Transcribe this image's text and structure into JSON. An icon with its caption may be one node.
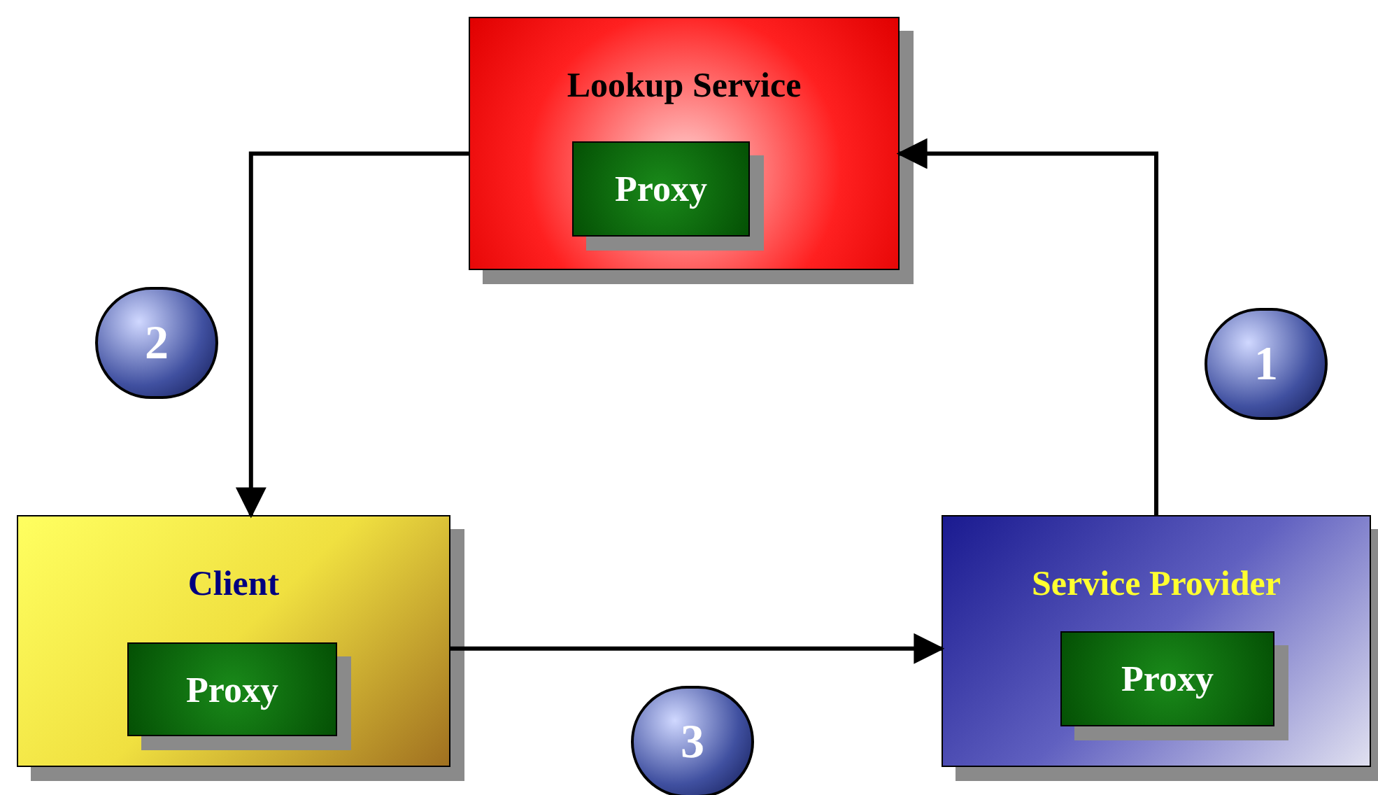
{
  "diagram": {
    "nodes": [
      {
        "text": [
          "Lookup Service"
        ]
      },
      {
        "text": [
          "Proxy"
        ],
        "in": 0
      },
      {
        "text": [
          "Client"
        ]
      },
      {
        "text": [
          "Proxy"
        ],
        "in": 2
      },
      {
        "text": [
          "Service Provider"
        ]
      },
      {
        "text": [
          "Proxy"
        ],
        "in": 4
      }
    ],
    "edges": [
      {
        "from": 0,
        "to": 2,
        "arrow": "to"
      },
      {
        "from": 4,
        "to": 0,
        "arrow": "to"
      },
      {
        "from": 2,
        "to": 4,
        "arrow": "to"
      }
    ],
    "labels": [
      "2",
      "1",
      "3"
    ]
  }
}
